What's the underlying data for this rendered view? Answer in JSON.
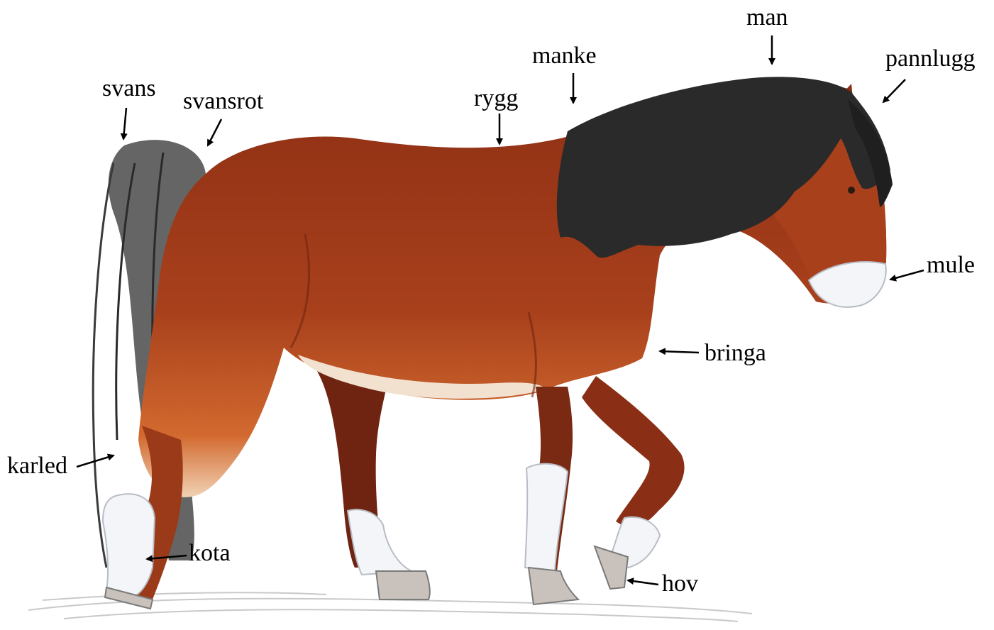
{
  "labels": {
    "svans": "svans",
    "svansrot": "svansrot",
    "rygg": "rygg",
    "manke": "manke",
    "man": "man",
    "pannlugg": "pannlugg",
    "mule": "mule",
    "bringa": "bringa",
    "karled": "karled",
    "kota": "kota",
    "hov": "hov"
  },
  "colors": {
    "coat": "#a8401c",
    "coat_dark": "#6e2410",
    "coat_light": "#d2692f",
    "mane": "#2a2a2a",
    "white_markings": "#f4f5f8",
    "hoof": "#c9c2bc",
    "arrow": "#000000"
  }
}
